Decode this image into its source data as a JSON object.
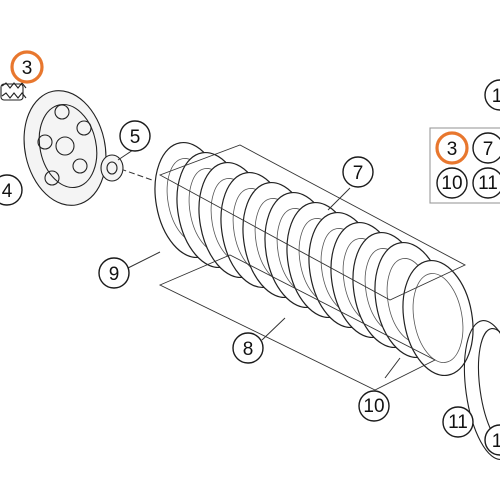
{
  "colors": {
    "highlight": "#E8772E",
    "line": "#222222",
    "box_border": "#9a9a9a"
  },
  "callouts": {
    "spring_top": "3",
    "cover_right_top": "1",
    "pressure_plate": "4",
    "bearing": "5",
    "kit_3": "3",
    "kit_7": "7",
    "kit_10": "10",
    "kit_11": "11",
    "friction_plates": "7",
    "steel_plates": "9",
    "intermediate": "8",
    "end_plate": "10",
    "hub_11": "11",
    "hub_partial": "1"
  }
}
